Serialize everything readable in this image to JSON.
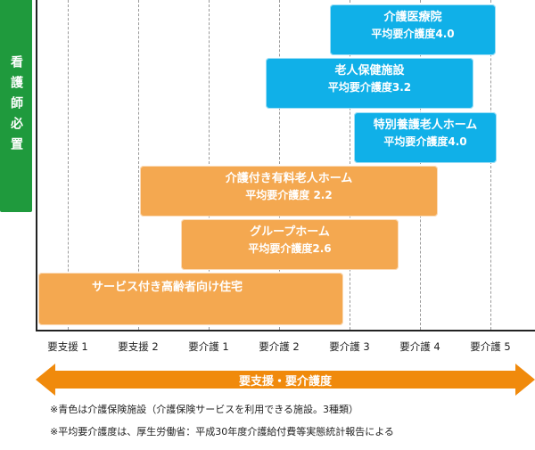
{
  "side_label": "看護師必置",
  "axis_ticks": [
    "要支援 1",
    "要支援 2",
    "要介護 1",
    "要介護 2",
    "要介護 3",
    "要介護 4",
    "要介護 5"
  ],
  "bars": [
    {
      "name": "介護医療院",
      "sub": "平均要介護度4.0",
      "type": "介護保険施設",
      "color": "#10b0e8"
    },
    {
      "name": "老人保健施設",
      "sub": "平均要介護度3.2",
      "type": "介護保険施設",
      "color": "#10b0e8"
    },
    {
      "name": "特別養護老人ホーム",
      "sub": "平均要介護度4.0",
      "type": "介護保険施設",
      "color": "#10b0e8"
    },
    {
      "name": "介護付き有料老人ホーム",
      "sub": "平均要介護度 2.2",
      "type": "other",
      "color": "#f4a850"
    },
    {
      "name": "グループホーム",
      "sub": "平均要介護度2.6",
      "type": "other",
      "color": "#f4a850"
    },
    {
      "name": "サービス付き高齢者向け住宅",
      "sub": "",
      "type": "other",
      "color": "#f4a850"
    }
  ],
  "arrow_label": "要支援・要介護度",
  "arrow_color": "#f08a0c",
  "notes": [
    "※青色は介護保険施設（介護保険サービスを利用できる施設。3種類）",
    "※平均要介護度は、厚生労働省：平成30年度介護給付費等実態統計報告による"
  ]
}
